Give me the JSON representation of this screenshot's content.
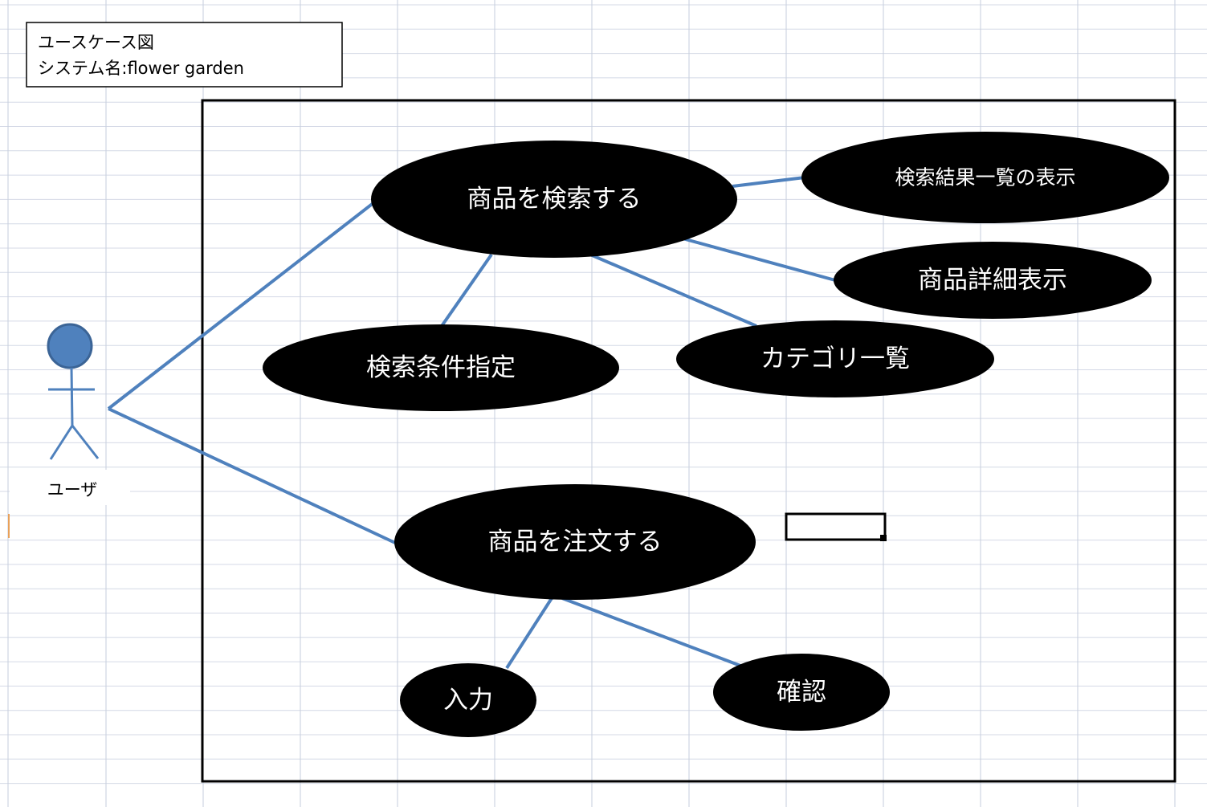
{
  "title_box": {
    "line1": "ユースケース図",
    "line2": "システム名:flower garden"
  },
  "actor": {
    "label": "ユーザ",
    "head_color": "#4F81BD"
  },
  "colors": {
    "connector": "#4F81BD",
    "grid_line": "#D4D9E6",
    "grid_col": "#C6CEDD",
    "ellipse_fill": "#000000",
    "ellipse_text": "#FFFFFF"
  },
  "use_cases": {
    "search": "商品を検索する",
    "search_result_list": "検索結果一覧の表示",
    "product_detail": "商品詳細表示",
    "search_condition": "検索条件指定",
    "category_list": "カテゴリ一覧",
    "order": "商品を注文する",
    "input": "入力",
    "confirm": "確認"
  }
}
